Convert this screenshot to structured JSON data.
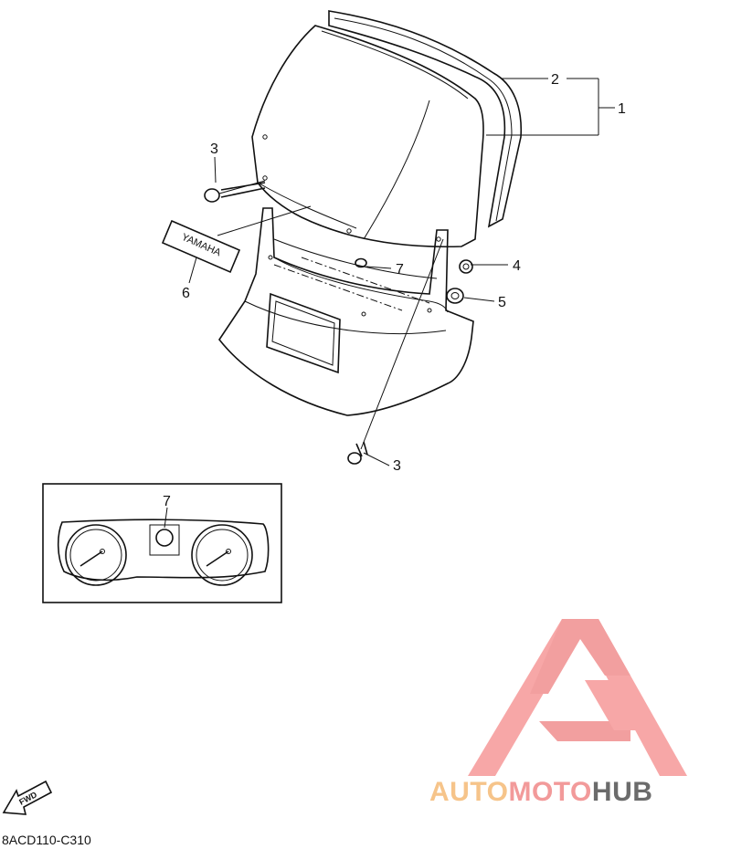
{
  "callouts": {
    "c1": "1",
    "c2": "2",
    "c3a": "3",
    "c3b": "3",
    "c4": "4",
    "c5": "5",
    "c6": "6",
    "c7a": "7",
    "c7b": "7"
  },
  "decal_text": "YAMAHA",
  "forward_label": "FWD",
  "diagram_code": "8ACD110-C310",
  "watermark": {
    "auto": "AUTO",
    "moto": "MOTO",
    "hub": "HUB",
    "color_auto": "#f6c48a",
    "color_moto": "#f29a9a",
    "color_hub": "#6b6b6b",
    "color_logo": "#f7a3a3"
  }
}
